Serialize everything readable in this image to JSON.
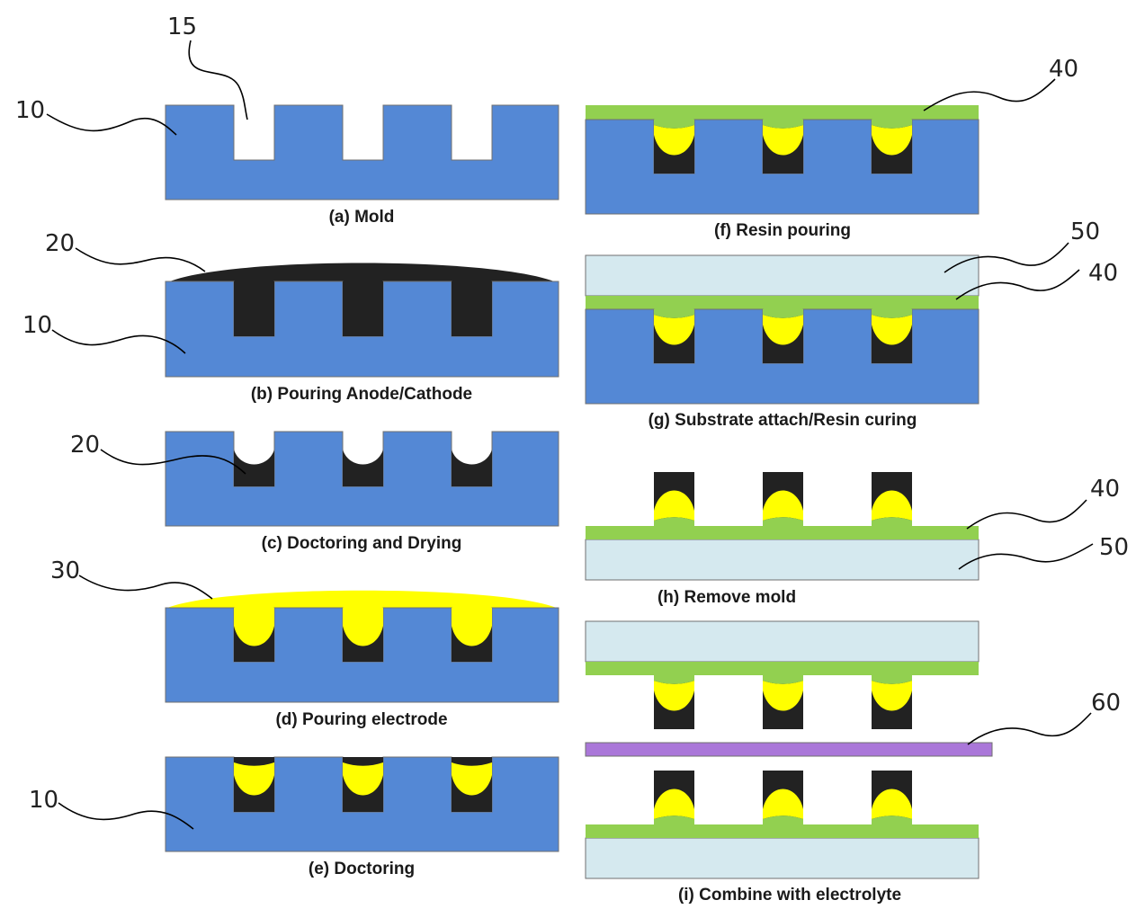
{
  "colors": {
    "mold": "#5488d5",
    "anode": "#222222",
    "electrode": "#ffff00",
    "resin": "#92d050",
    "substrate": "#d5e9ef",
    "electrolyte": "#aa77d9",
    "outline": "#707070"
  },
  "panels": {
    "a": {
      "caption": "(a) Mold"
    },
    "b": {
      "caption": "(b)  Pouring Anode/Cathode"
    },
    "c": {
      "caption": "(c) Doctoring and Drying"
    },
    "d": {
      "caption": "(d)  Pouring electrode"
    },
    "e": {
      "caption": "(e)  Doctoring"
    },
    "f": {
      "caption": "(f) Resin pouring"
    },
    "g": {
      "caption": "(g) Substrate attach/Resin curing"
    },
    "h": {
      "caption": "(h) Remove mold"
    },
    "i": {
      "caption": "(i) Combine with electrolyte"
    }
  },
  "labels": {
    "a_mold": "10",
    "a_groove": "15",
    "b_anode": "20",
    "b_mold": "10",
    "c_anode": "20",
    "d_electrode": "30",
    "e_mold": "10",
    "f_resin": "40",
    "g_substrate": "50",
    "g_resin": "40",
    "h_resin": "40",
    "h_substrate": "50",
    "i_electrolyte": "60"
  }
}
